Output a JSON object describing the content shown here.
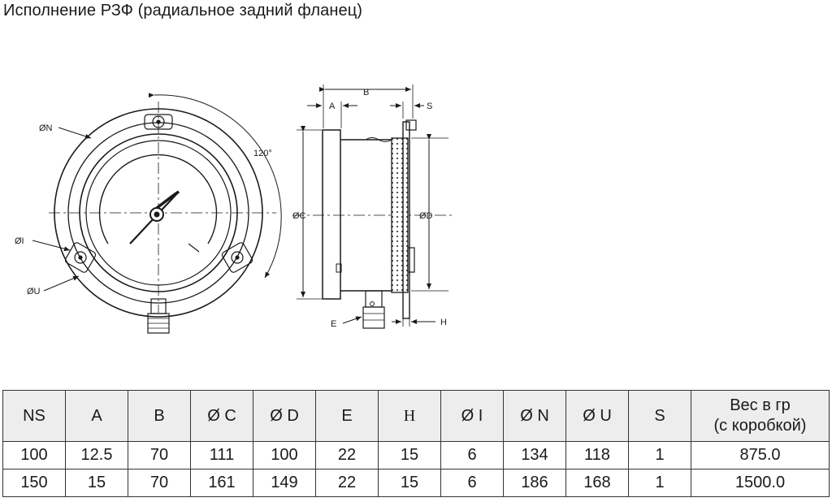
{
  "title": "Исполнение РЗФ (радиальное задний фланец)",
  "drawing_labels": {
    "dia_n": "ØN",
    "dia_i": "ØI",
    "dia_u": "ØU",
    "angle": "120°",
    "a": "A",
    "b": "B",
    "s": "S",
    "dia_c": "ØC",
    "dia_d": "ØD",
    "e": "E",
    "h": "H"
  },
  "table": {
    "headers": [
      "NS",
      "A",
      "B",
      "Ø C",
      "Ø D",
      "E",
      "H",
      "Ø I",
      "Ø N",
      "Ø U",
      "S",
      "Вес в гр",
      "(с коробкой)"
    ],
    "rows": [
      [
        "100",
        "12.5",
        "70",
        "111",
        "100",
        "22",
        "15",
        "6",
        "134",
        "118",
        "1",
        "875.0"
      ],
      [
        "150",
        "15",
        "70",
        "161",
        "149",
        "22",
        "15",
        "6",
        "186",
        "168",
        "1",
        "1500.0"
      ]
    ]
  }
}
